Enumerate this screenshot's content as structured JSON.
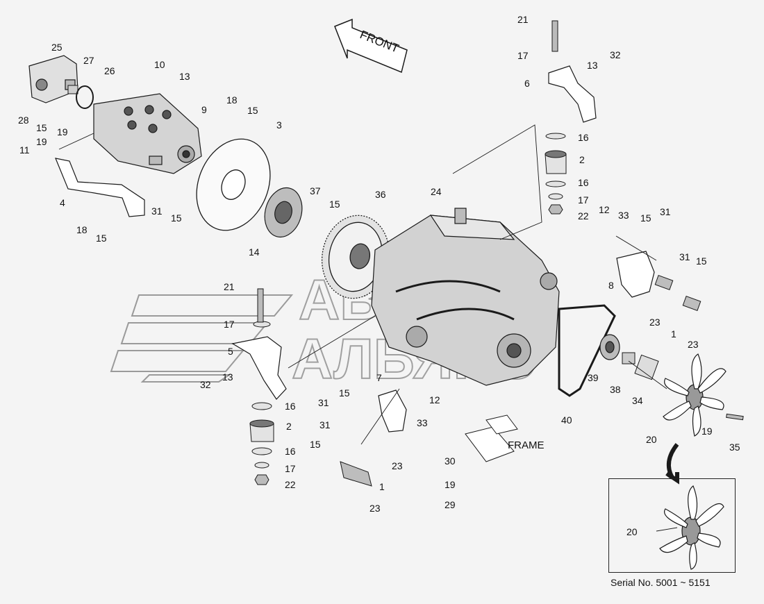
{
  "front_label": "FRONT",
  "frame_label": "FRAME",
  "serial": "Serial No. 5001 ~ 5151",
  "watermark": [
    "АВТО",
    "АЛЬЯНС"
  ],
  "colors": {
    "line": "#1a1a1a",
    "fill": "#ffffff",
    "part": "#cfcfcf",
    "dark": "#444444",
    "watermark": "#9a9a9a"
  },
  "callouts": [
    "25",
    "27",
    "26",
    "10",
    "13",
    "28",
    "15",
    "9",
    "18",
    "15",
    "3",
    "11",
    "19",
    "19",
    "4",
    "31",
    "15",
    "18",
    "15",
    "14",
    "37",
    "15",
    "36",
    "24",
    "21",
    "17",
    "6",
    "13",
    "32",
    "16",
    "2",
    "16",
    "17",
    "22",
    "12",
    "33",
    "15",
    "31",
    "8",
    "31",
    "15",
    "23",
    "1",
    "23",
    "21",
    "17",
    "5",
    "13",
    "32",
    "16",
    "2",
    "16",
    "17",
    "22",
    "7",
    "31",
    "15",
    "12",
    "33",
    "31",
    "15",
    "23",
    "1",
    "23",
    "30",
    "19",
    "29",
    "39",
    "38",
    "34",
    "40",
    "20",
    "19",
    "35",
    "20"
  ]
}
